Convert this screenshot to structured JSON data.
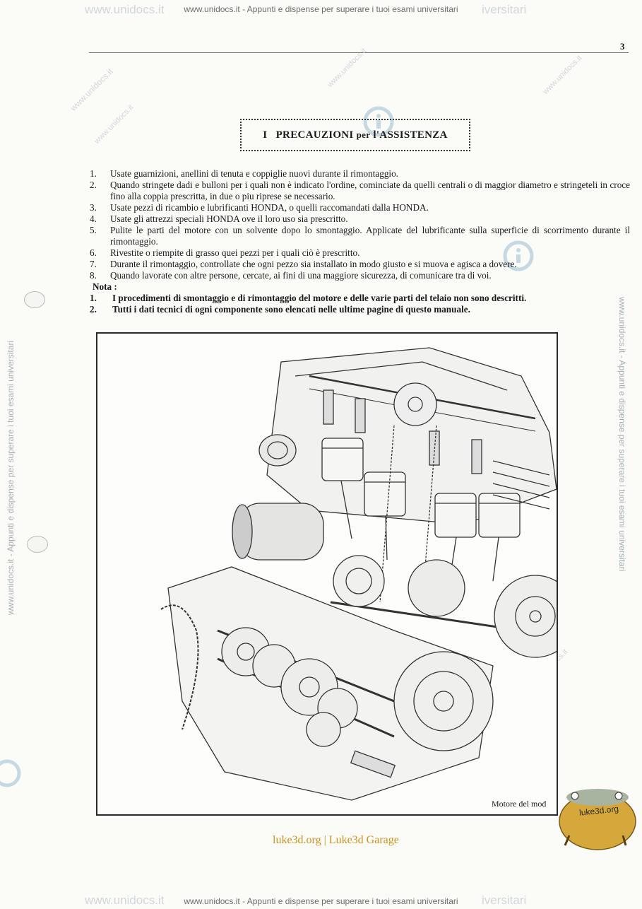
{
  "banner": {
    "top_text": "www.unidocs.it - Appunti e dispense per superare i tuoi esami universitari",
    "bottom_text": "www.unidocs.it - Appunti e dispense per superare i tuoi esami universitari",
    "side_text": "www.unidocs.it - Appunti e dispense per superare i tuoi esami universitari"
  },
  "page_number": "3",
  "section": {
    "roman": "I",
    "title_pre": "PRECAUZIONI",
    "title_per": "per",
    "title_post": "l'ASSISTENZA"
  },
  "items": [
    {
      "n": "1.",
      "text": "Usate guarnizioni, anellini di tenuta e coppiglie nuovi durante il rimontaggio."
    },
    {
      "n": "2.",
      "text": "Quando stringete dadi e bulloni per i quali non è indicato l'ordine, cominciate da quelli centrali o di maggior diametro e stringeteli in croce fino alla coppia prescritta, in due o piu riprese se necessario."
    },
    {
      "n": "3.",
      "text": "Usate pezzi di ricambio e lubrificanti HONDA, o quelli raccomandati dalla HONDA."
    },
    {
      "n": "4.",
      "text": "Usate gli attrezzi speciali HONDA ove il loro uso sia prescritto."
    },
    {
      "n": "5.",
      "text": "Pulite le parti del motore con un solvente dopo lo smontaggio. Applicate del lubrificante sulla superficie di scorrimento durante il rimontaggio."
    },
    {
      "n": "6.",
      "text": "Rivestite o riempite di grasso quei pezzi per i quali ciò è prescritto."
    },
    {
      "n": "7.",
      "text": "Durante il rimontaggio, controllate che ogni pezzo sia installato in modo giusto e si muova e agisca a dovere."
    },
    {
      "n": "8.",
      "text": "Quando lavorate con altre persone, cercate, ai fini di una maggiore sicurezza, di comunicare tra di voi."
    }
  ],
  "nota": {
    "label": "Nota :",
    "items": [
      {
        "n": "1.",
        "text": "I procedimenti di smontaggio e di rimontaggio del motore e delle varie parti del telaio non sono descritti."
      },
      {
        "n": "2.",
        "text": "Tutti i dati tecnici di ogni componente sono elencati nelle ultime pagine di questo manuale."
      }
    ]
  },
  "figure": {
    "caption": "Motore del mod"
  },
  "footer": {
    "link_text": "luke3d.org | Luke3d Garage",
    "badge_text": "luke3d.org"
  },
  "watermark": {
    "short": "www.unidocs.it",
    "tail": "iversitari"
  }
}
